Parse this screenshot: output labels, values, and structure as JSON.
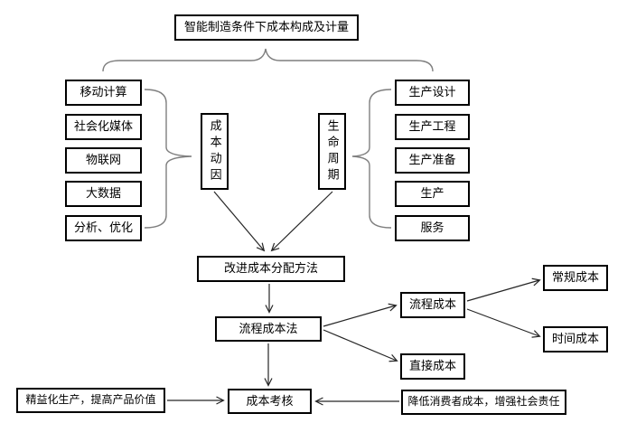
{
  "diagram": {
    "title": "智能制造条件下成本构成及计量",
    "smart_tech": {
      "items": [
        "移动计算",
        "社会化媒体",
        "物联网",
        "大数据",
        "分析、优化"
      ]
    },
    "cost_driver": "成本动因",
    "life_cycle": "生命周期",
    "lifecycle_stages": {
      "items": [
        "生产设计",
        "生产工程",
        "生产准备",
        "生产",
        "服务"
      ]
    },
    "improve_method": "改进成本分配方法",
    "process_costing_method": "流程成本法",
    "process_cost": "流程成本",
    "direct_cost": "直接成本",
    "regular_cost": "常规成本",
    "time_cost": "时间成本",
    "cost_assessment": "成本考核",
    "lean_production": "精益化生产，提高产品价值",
    "reduce_consumer_cost": "降低消费者成本，增强社会责任",
    "colors": {
      "line": "#262626",
      "brace": "#7f7f7f",
      "box_border": "#000000",
      "background": "#ffffff"
    }
  }
}
